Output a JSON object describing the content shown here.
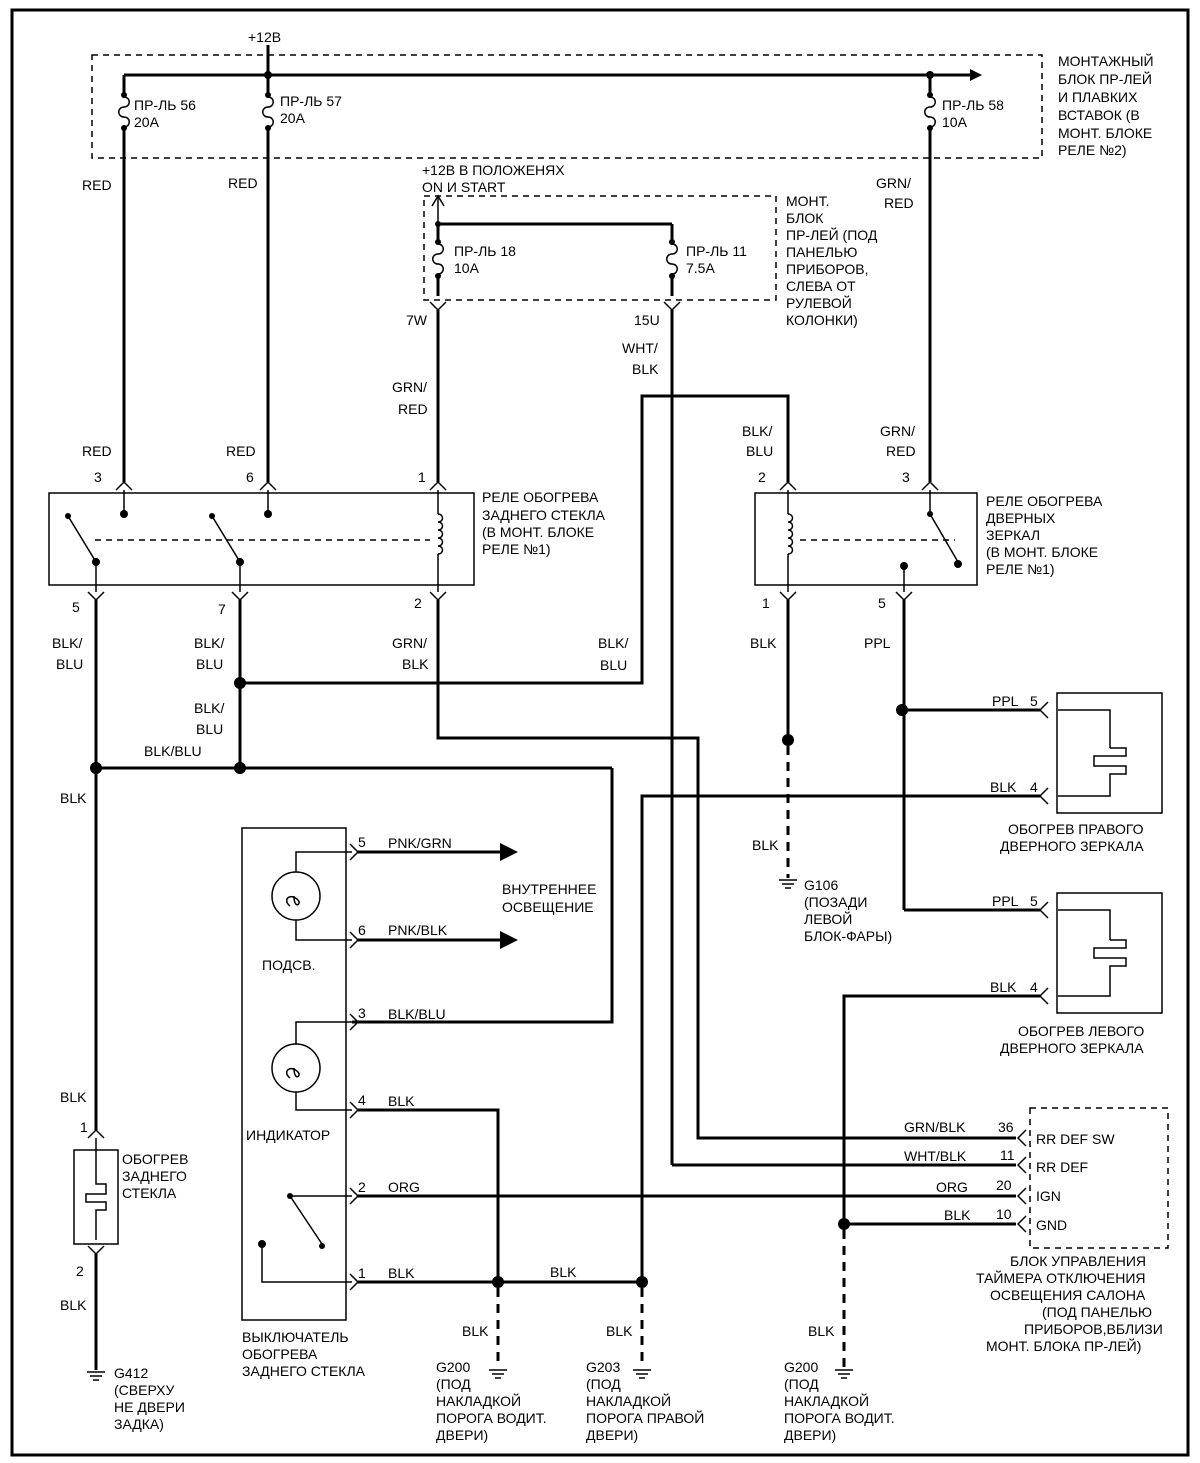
{
  "supply": {
    "plus12": "+12В",
    "ign_line1": "+12В В ПОЛОЖЕНЯХ",
    "ign_line2": "ON И START"
  },
  "fuse_block_main": [
    "МОНТАЖНЫЙ",
    "БЛОК ПР-ЛЕЙ",
    "И ПЛАВКИХ",
    "ВСТАВОК (В",
    "МОНТ. БЛОКЕ",
    "РЕЛЕ №2)"
  ],
  "fuse_block_dash": [
    "МОНТ.",
    "БЛОК",
    "ПР-ЛЕЙ (ПОД",
    "ПАНЕЛЬЮ",
    "ПРИБОРОВ,",
    "СЛЕВА ОТ",
    "РУЛЕВОЙ",
    "КОЛОНКИ)"
  ],
  "fuses": {
    "f56": [
      "ПР-ЛЬ 56",
      "20A"
    ],
    "f57": [
      "ПР-ЛЬ 57",
      "20A"
    ],
    "f58": [
      "ПР-ЛЬ 58",
      "10A"
    ],
    "f18": [
      "ПР-ЛЬ 18",
      "10A"
    ],
    "f11": [
      "ПР-ЛЬ 11",
      "7.5A"
    ]
  },
  "pins": {
    "p7w": "7W",
    "p15u": "15U",
    "rr3": "3",
    "rr6": "6",
    "rr1": "1",
    "rr5": "5",
    "rr7": "7",
    "rr2": "2",
    "mr2": "2",
    "mr3": "3",
    "mr1": "1",
    "mr5": "5",
    "rm5": "5",
    "rm4": "4",
    "lm5": "5",
    "lm4": "4",
    "sw5": "5",
    "sw6": "6",
    "sw3": "3",
    "sw4": "4",
    "sw2": "2",
    "sw1": "1",
    "h1": "1",
    "h2": "2",
    "t36": "36",
    "t11": "11",
    "t20": "20",
    "t10": "10"
  },
  "wires": {
    "red": "RED",
    "grn_red": [
      "GRN/",
      "RED"
    ],
    "wht_blk": [
      "WHT/",
      "BLK"
    ],
    "blk_blu": [
      "BLK/",
      "BLU"
    ],
    "grn_blk": [
      "GRN/",
      "BLK"
    ],
    "blk_blu_single": "BLK/BLU",
    "blk": "BLK",
    "ppl": "PPL",
    "pnk_grn": "PNK/GRN",
    "pnk_blk": "PNK/BLK",
    "org": "ORG",
    "grn_blk_single": "GRN/BLK",
    "wht_blk_single": "WHT/BLK"
  },
  "relay_rear": [
    "РЕЛЕ ОБОГРЕВА",
    "ЗАДНЕГО СТЕКЛА",
    "(В МОНТ. БЛОКЕ",
    "РЕЛЕ №1)"
  ],
  "relay_mirror": [
    "РЕЛЕ ОБОГРЕВА",
    "ДВЕРНЫХ",
    "ЗЕРКАЛ",
    "(В МОНТ. БЛОКЕ",
    "РЕЛЕ №1)"
  ],
  "right_mirror": [
    "ОБОГРЕВ ПРАВОГО",
    "ДВЕРНОГО ЗЕРКАЛА"
  ],
  "left_mirror": [
    "ОБОГРЕВ ЛЕВОГО",
    "ДВЕРНОГО ЗЕРКАЛА"
  ],
  "interior_light": [
    "ВНУТРЕННЕЕ",
    "ОСВЕЩЕНИЕ"
  ],
  "switch": {
    "backlight": "ПОДСВ.",
    "indicator": "ИНДИКАТОР",
    "title": [
      "ВЫКЛЮЧАТЕЛЬ",
      "ОБОГРЕВА",
      "ЗАДНЕГО СТЕКЛА"
    ]
  },
  "rear_heater": [
    "ОБОГРЕВ",
    "ЗАДНЕГО",
    "СТЕКЛА"
  ],
  "timer": {
    "pins_labels": [
      "RR DEF SW",
      "RR DEF",
      "IGN",
      "GND"
    ],
    "title": [
      "БЛОК УПРАВЛЕНИЯ",
      "ТАЙМЕРА ОТКЛЮЧЕНИЯ",
      "ОСВЕЩЕНИЯ САЛОНА",
      "(ПОД ПАНЕЛЬЮ",
      "ПРИБОРОВ,ВБЛИЗИ",
      "МОНТ. БЛОКА ПР-ЛЕЙ)"
    ]
  },
  "grounds": {
    "g106": [
      "G106",
      "(ПОЗАДИ",
      "ЛЕВОЙ",
      "БЛОК-ФАРЫ)"
    ],
    "g412": [
      "G412",
      "(СВЕРХУ",
      "НЕ ДВЕРИ",
      "ЗАДКА)"
    ],
    "g200a": [
      "G200",
      "(ПОД",
      "НАКЛАДКОЙ",
      "ПОРОГА ВОДИТ.",
      "ДВЕРИ)"
    ],
    "g203": [
      "G203",
      "(ПОД",
      "НАКЛАДКОЙ",
      "ПОРОГА ПРАВОЙ",
      "ДВЕРИ)"
    ],
    "g200b": [
      "G200",
      "(ПОД",
      "НАКЛАДКОЙ",
      "ПОРОГА ВОДИТ.",
      "ДВЕРИ)"
    ]
  }
}
